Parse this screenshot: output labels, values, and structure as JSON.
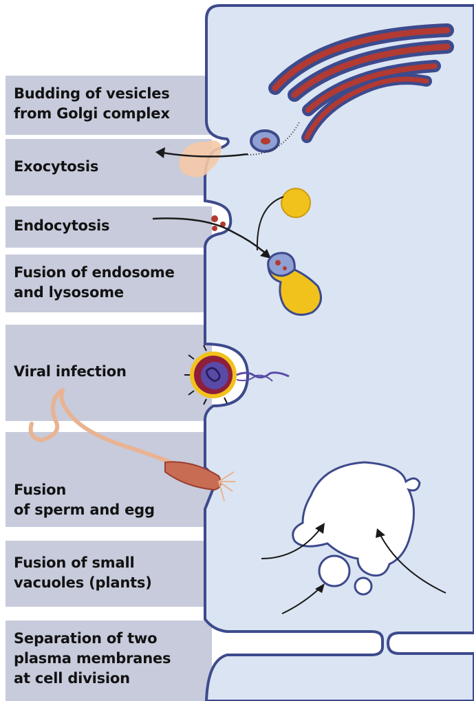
{
  "labels": {
    "budding": "Budding of vesicles\nfrom Golgi complex",
    "exocytosis": "Exocytosis",
    "endocytosis": "Endocytosis",
    "fusion_endosome": "Fusion of endosome\nand lysosome",
    "viral": "Viral infection",
    "sperm_egg": "Fusion\nof sperm and egg",
    "vacuoles": "Fusion of small\nvacuoles (plants)",
    "separation": "Separation of two\nplasma membranes\nat cell division"
  },
  "colors": {
    "label_band": "#c7cbdc",
    "cell": "#dbe4f2",
    "membrane": "#3d4a8c",
    "golgi_lumen": "#b23a32",
    "lysosome": "#f2c21c",
    "vacuole": "#ffffff",
    "sperm": "#e9b392",
    "virus_capsid": "#8e1f3a"
  }
}
